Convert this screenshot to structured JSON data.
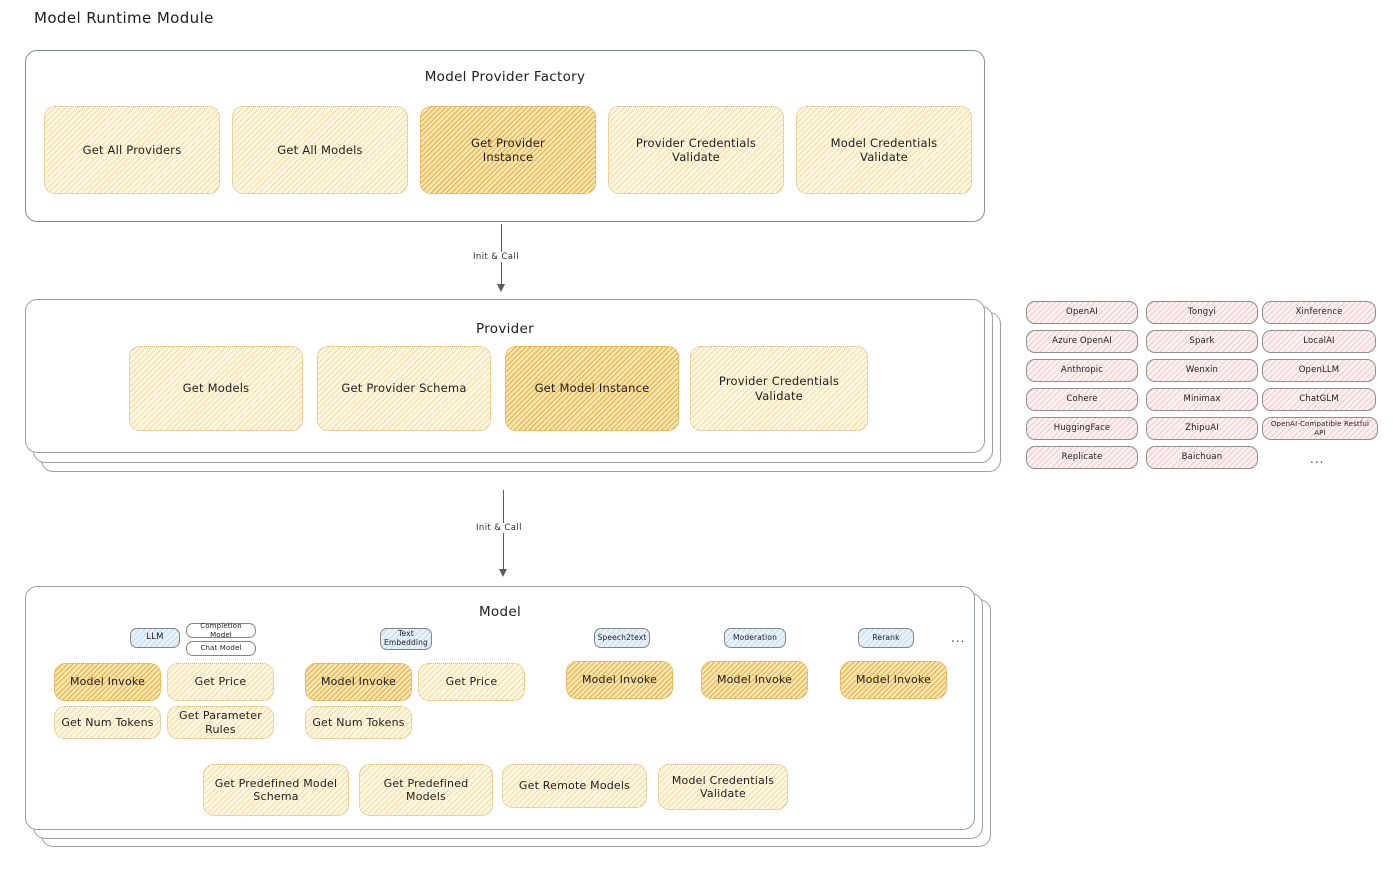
{
  "page": {
    "title": "Model Runtime Module"
  },
  "arrows": [
    {
      "label": "Init & Call"
    },
    {
      "label": "Init & Call"
    }
  ],
  "factory": {
    "title": "Model Provider Factory",
    "nodes": [
      {
        "label": "Get All Providers",
        "highlight": false
      },
      {
        "label": "Get All Models",
        "highlight": false
      },
      {
        "label": "Get Provider\nInstance",
        "highlight": true
      },
      {
        "label": "Provider Credentials\nValidate",
        "highlight": false
      },
      {
        "label": "Model Credentials\nValidate",
        "highlight": false
      }
    ]
  },
  "provider": {
    "title": "Provider",
    "nodes": [
      {
        "label": "Get Models",
        "highlight": false
      },
      {
        "label": "Get Provider Schema",
        "highlight": false
      },
      {
        "label": "Get Model Instance",
        "highlight": true
      },
      {
        "label": "Provider Credentials\nValidate",
        "highlight": false
      }
    ]
  },
  "provider_list": {
    "columns": [
      {
        "items": [
          "OpenAI",
          "Azure OpenAI",
          "Anthropic",
          "Cohere",
          "HuggingFace",
          "Replicate"
        ]
      },
      {
        "items": [
          "Tongyi",
          "Spark",
          "Wenxin",
          "Minimax",
          "ZhipuAI",
          "Baichuan"
        ]
      },
      {
        "items": [
          "Xinference",
          "LocalAI",
          "OpenLLM",
          "ChatGLM",
          "OpenAI-Compatible Restful API"
        ]
      }
    ],
    "more": "..."
  },
  "model": {
    "title": "Model",
    "more": "...",
    "types": [
      {
        "badge": "LLM",
        "badge_style": "blue",
        "subtags": [
          "Completion Model",
          "Chat Model"
        ],
        "methods": [
          {
            "label": "Model Invoke",
            "highlight": true
          },
          {
            "label": "Get Price",
            "highlight": false
          },
          {
            "label": "Get Num Tokens",
            "highlight": false
          },
          {
            "label": "Get Parameter\nRules",
            "highlight": false
          }
        ]
      },
      {
        "badge": "Text\nEmbedding",
        "badge_style": "blue",
        "subtags": [],
        "methods": [
          {
            "label": "Model Invoke",
            "highlight": true
          },
          {
            "label": "Get Price",
            "highlight": false
          },
          {
            "label": "Get Num Tokens",
            "highlight": false
          }
        ]
      },
      {
        "badge": "Speech2text",
        "badge_style": "blue",
        "subtags": [],
        "methods": [
          {
            "label": "Model Invoke",
            "highlight": true
          }
        ]
      },
      {
        "badge": "Moderation",
        "badge_style": "blue",
        "subtags": [],
        "methods": [
          {
            "label": "Model Invoke",
            "highlight": true
          }
        ]
      },
      {
        "badge": "Rerank",
        "badge_style": "blue",
        "subtags": [],
        "methods": [
          {
            "label": "Model Invoke",
            "highlight": true
          }
        ]
      }
    ],
    "common_methods": [
      {
        "label": "Get Predefined Model\nSchema"
      },
      {
        "label": "Get Predefined\nModels"
      },
      {
        "label": "Get Remote Models"
      },
      {
        "label": "Model Credentials\nValidate"
      }
    ]
  },
  "colors": {
    "stroke": "#868e96",
    "yellow_fill": "#fdf6e0",
    "orange_fill": "#fbe7b6",
    "pink_fill": "#fdf0f0",
    "blue_fill": "#e8f2fb",
    "text": "#1e1e1e"
  }
}
